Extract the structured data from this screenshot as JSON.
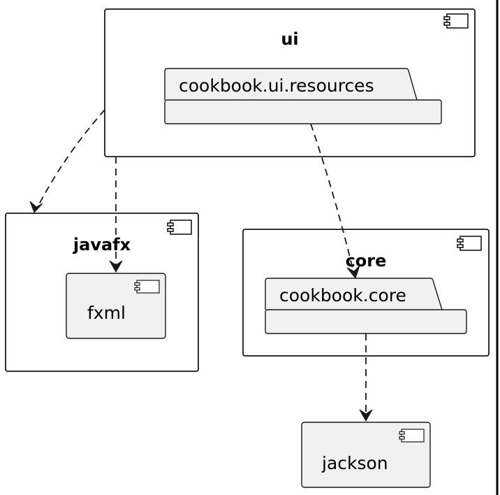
{
  "diagram": {
    "components": {
      "ui": {
        "title": "ui"
      },
      "javafx": {
        "title": "javafx"
      },
      "core": {
        "title": "core"
      }
    },
    "packages": {
      "ui_resources": {
        "label": "cookbook.ui.resources"
      },
      "core_pkg": {
        "label": "cookbook.core"
      }
    },
    "leaves": {
      "fxml": {
        "label": "fxml"
      },
      "jackson": {
        "label": "jackson"
      }
    },
    "colors": {
      "background": "#ffffff",
      "stroke": "#181818",
      "element_fill": "#f1f1f1",
      "arrow": "#181818"
    },
    "dependencies": [
      {
        "from": "ui",
        "to": "javafx"
      },
      {
        "from": "ui",
        "to": "fxml"
      },
      {
        "from": "cookbook.ui.resources",
        "to": "cookbook.core"
      },
      {
        "from": "cookbook.core",
        "to": "jackson"
      }
    ]
  }
}
